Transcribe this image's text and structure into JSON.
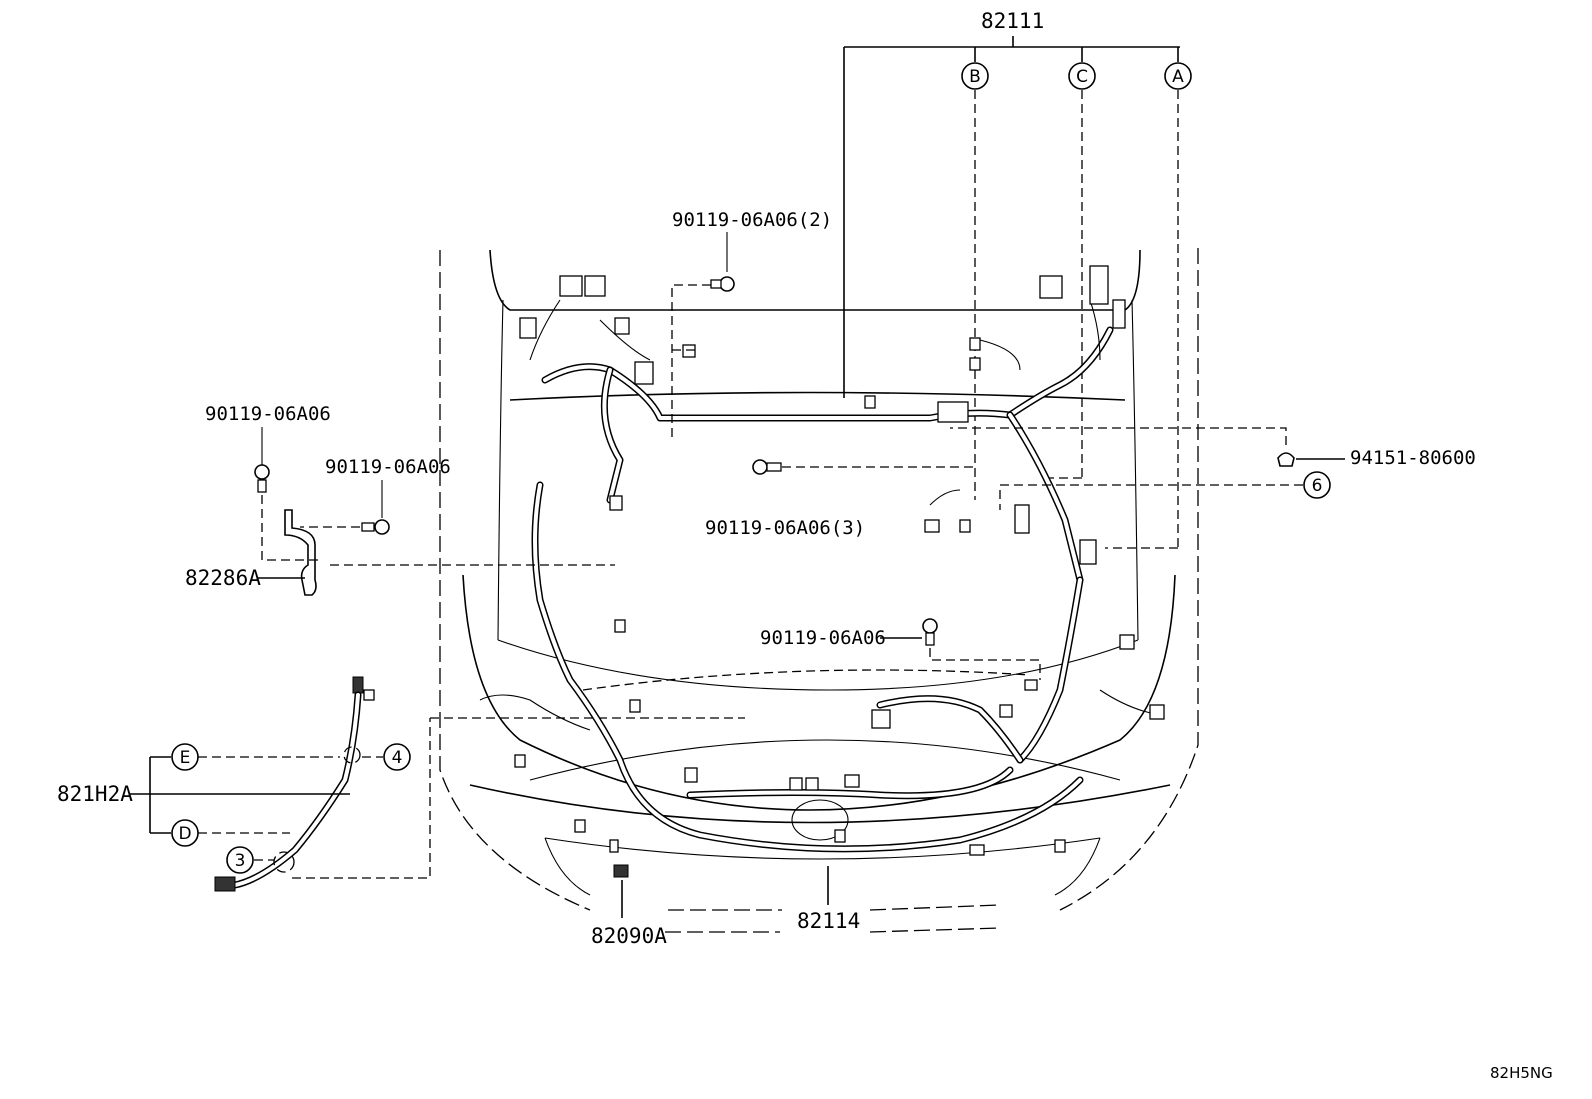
{
  "part_numbers": {
    "main_harness": "82111",
    "bolt_2": "90119-06A06(2)",
    "bolt_left_top": "90119-06A06",
    "bolt_left_mid": "90119-06A06",
    "bracket": "82286A",
    "bolt_3": "90119-06A06(3)",
    "clip": "94151-80600",
    "bolt_center": "90119-06A06",
    "sub_harness": "821H2A",
    "front_harness": "82114",
    "connector": "82090A"
  },
  "callouts": {
    "a": "A",
    "b": "B",
    "c": "C",
    "d": "D",
    "e": "E",
    "n3": "3",
    "n4": "4",
    "n6": "6"
  },
  "diagram_code": "82H5NG"
}
